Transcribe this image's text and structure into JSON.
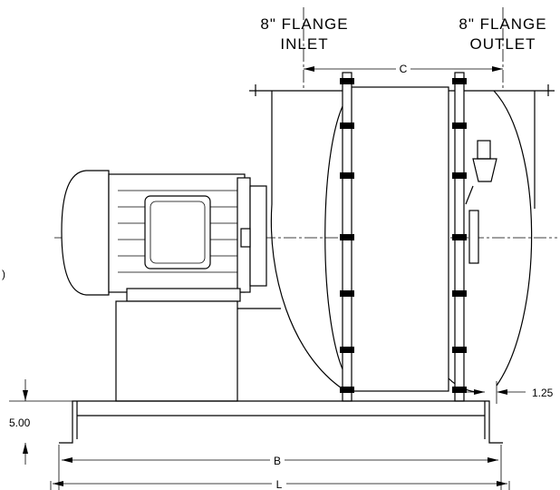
{
  "labels": {
    "inlet_line1": "8\" FLANGE",
    "inlet_line2": "INLET",
    "outlet_line1": "8\" FLANGE",
    "outlet_line2": "OUTLET"
  },
  "dimensions": {
    "c": "C",
    "b": "B",
    "l": "L",
    "height": "5.00",
    "flange_offset": "1.25",
    "edge_fragment": ")"
  }
}
